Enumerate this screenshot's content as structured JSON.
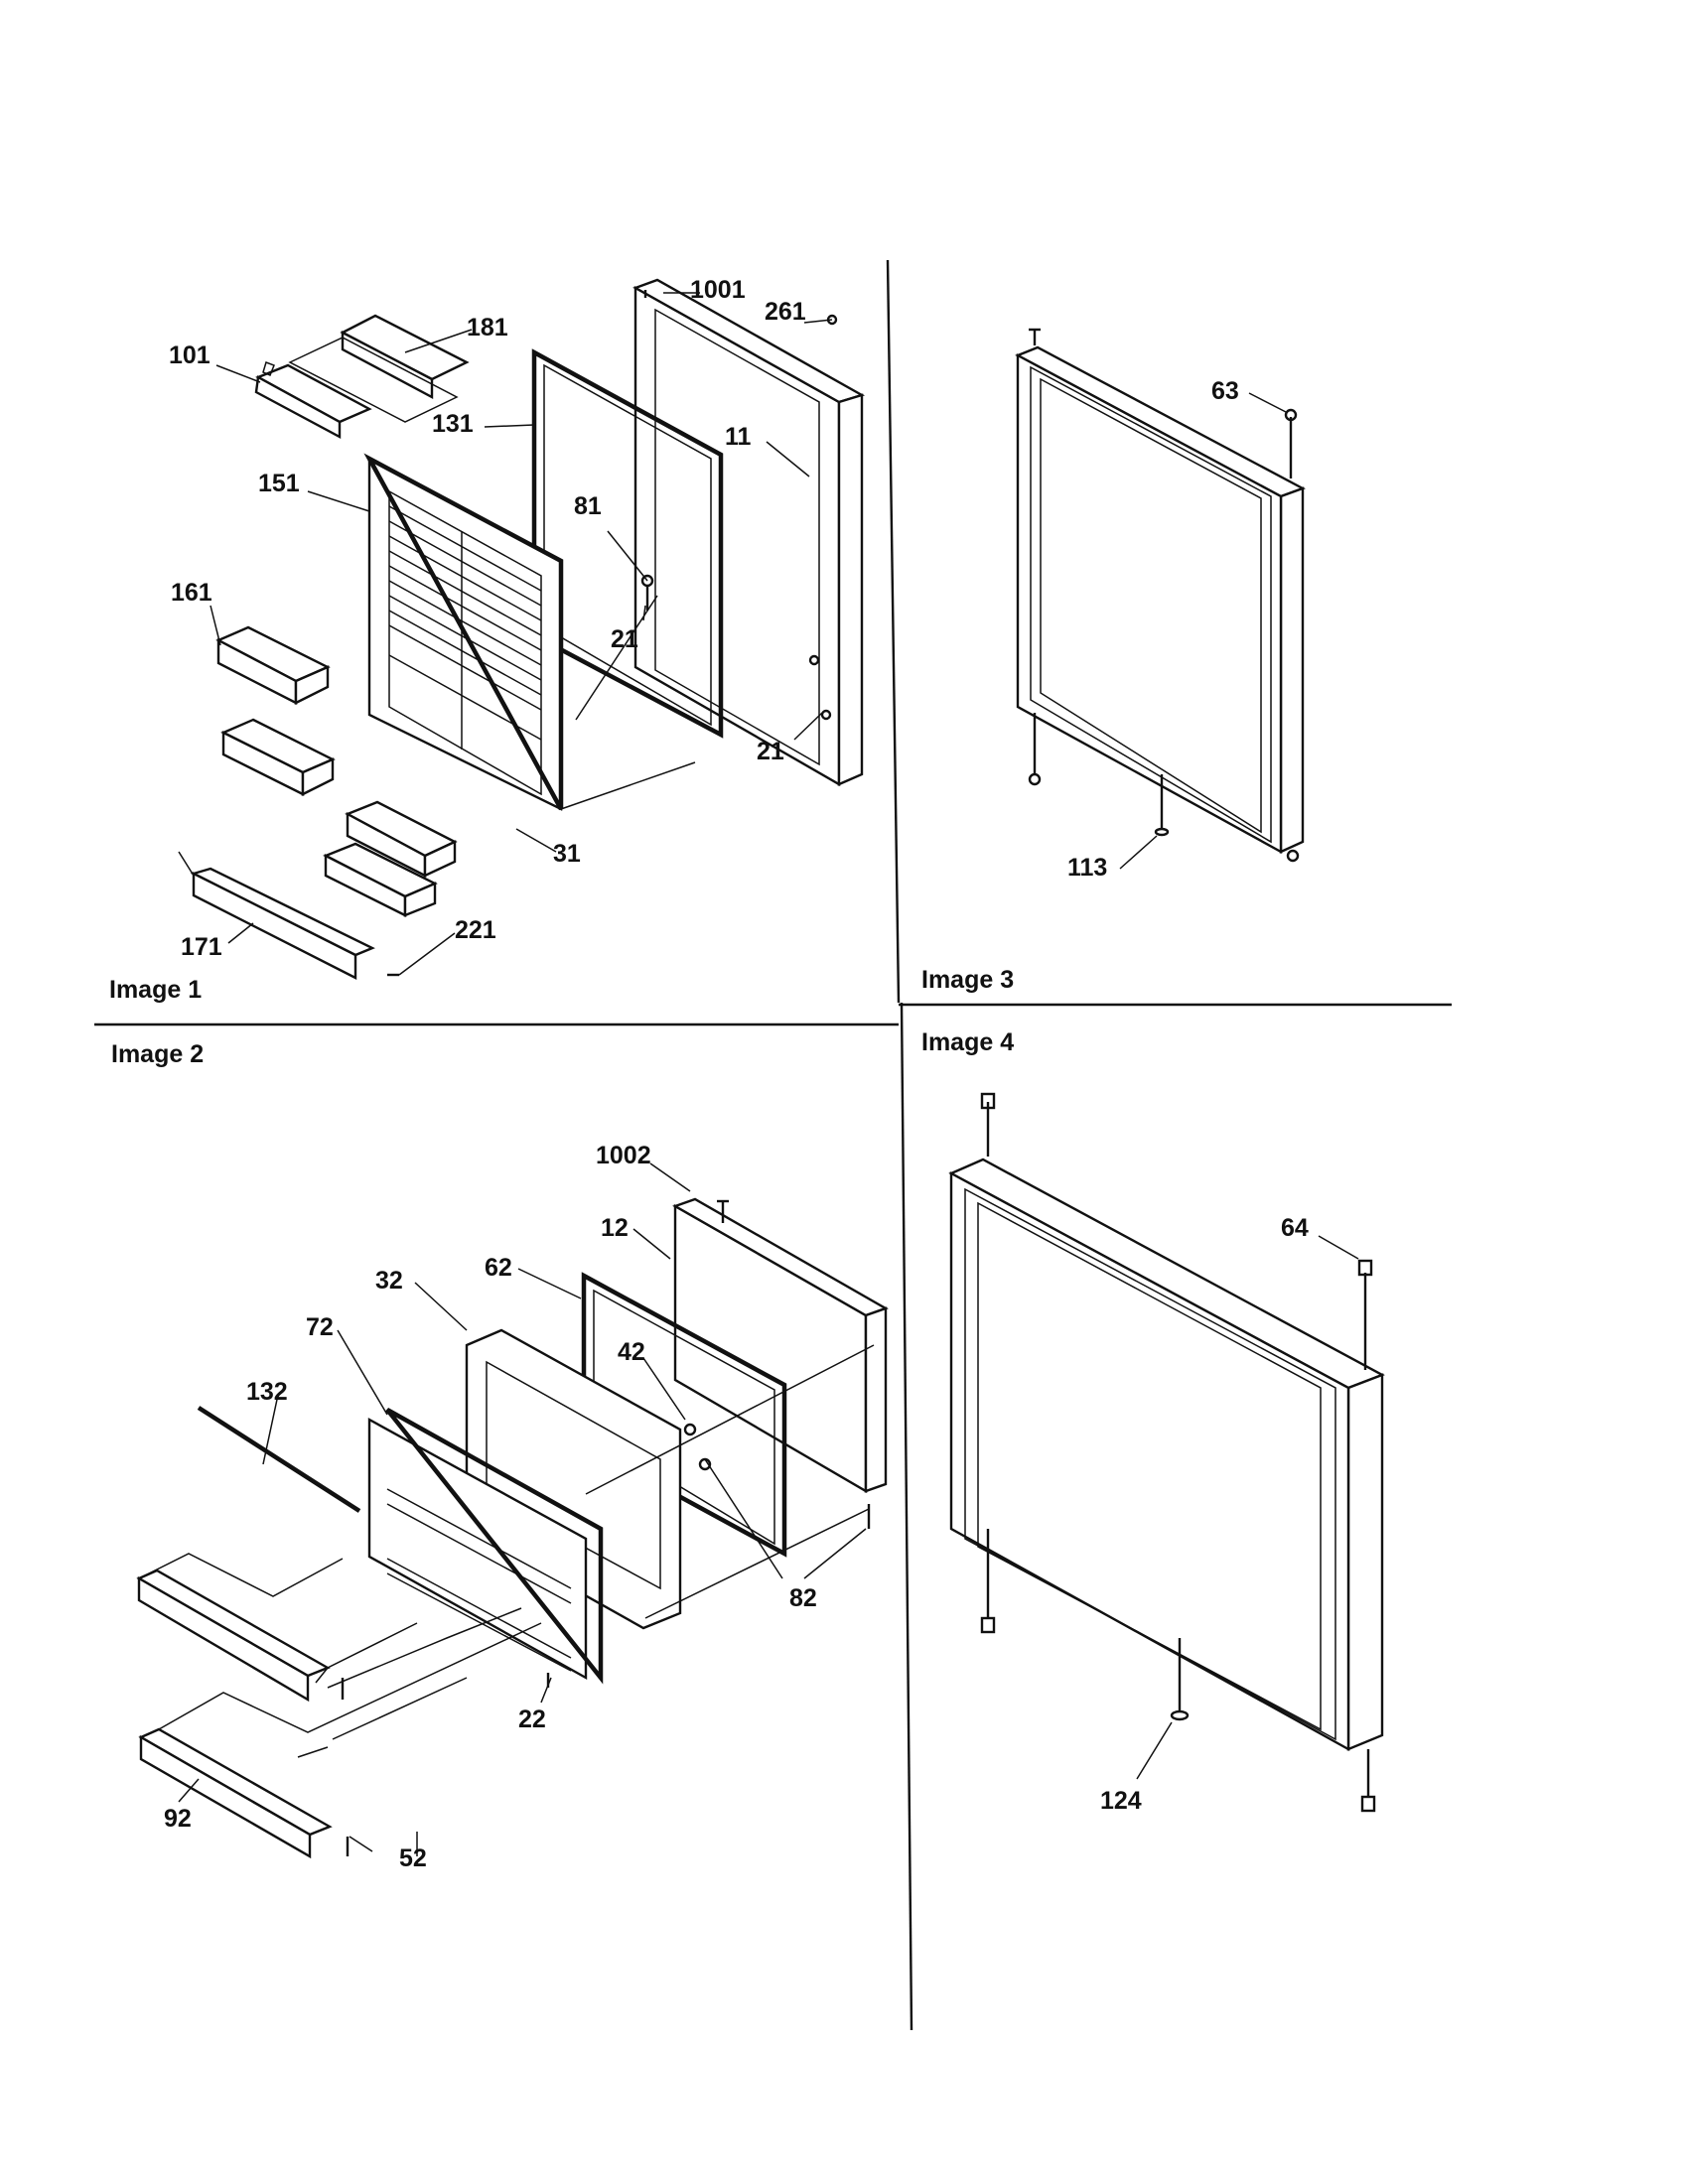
{
  "images": {
    "image1": {
      "caption": "Image 1",
      "labels": {
        "p1001": "1001",
        "p261": "261",
        "p181": "181",
        "p101": "101",
        "p131": "131",
        "p11": "11",
        "p151": "151",
        "p81": "81",
        "p161": "161",
        "p21a": "21",
        "p21b": "21",
        "p31": "31",
        "p221": "221",
        "p171": "171"
      }
    },
    "image2": {
      "caption": "Image 2",
      "labels": {
        "p1002": "1002",
        "p12": "12",
        "p62": "62",
        "p32": "32",
        "p72": "72",
        "p42": "42",
        "p132": "132",
        "p82": "82",
        "p22": "22",
        "p92": "92",
        "p52": "52"
      }
    },
    "image3": {
      "caption": "Image 3",
      "labels": {
        "p63": "63",
        "p113": "113"
      }
    },
    "image4": {
      "caption": "Image 4",
      "labels": {
        "p64": "64",
        "p124": "124"
      }
    }
  }
}
